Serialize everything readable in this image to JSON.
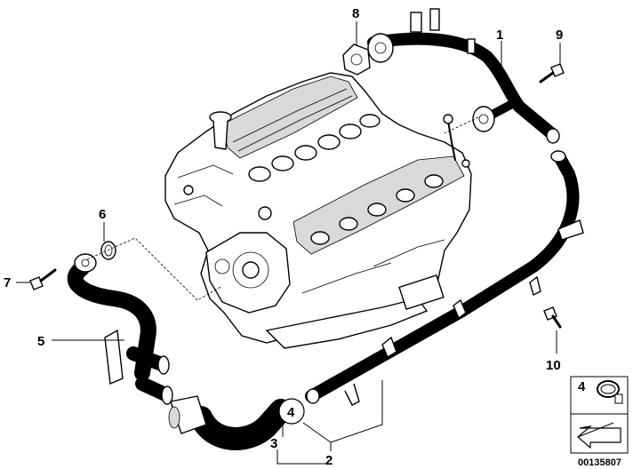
{
  "callouts": {
    "c1": "1",
    "c2": "2",
    "c3": "3",
    "c4": "4",
    "c5": "5",
    "c6": "6",
    "c7": "7",
    "c8": "8",
    "c9": "9",
    "c10": "10"
  },
  "legend": {
    "item_number": "4"
  },
  "part_id": "00135807"
}
